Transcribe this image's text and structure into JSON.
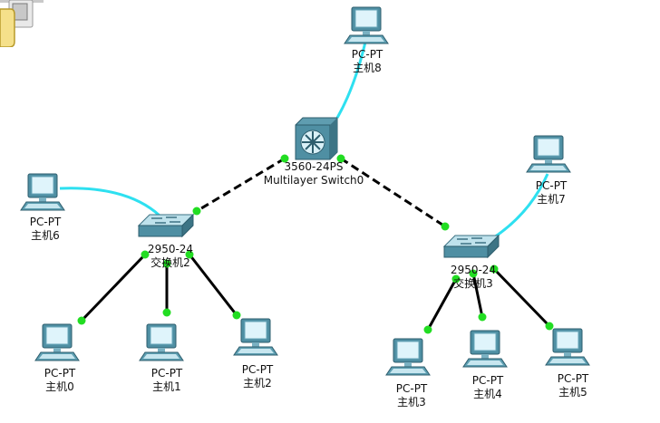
{
  "colors": {
    "ethernet_copper": "#000000",
    "console_cable": "#2ee0f0",
    "link_up": "#22dd22",
    "device_body": "#4f8fa3"
  },
  "switch_core": {
    "model": "3560-24PS",
    "name": "Multilayer Switch0"
  },
  "switches": [
    {
      "model": "2950-24",
      "name": "交换机2"
    },
    {
      "model": "2950-24",
      "name": "交换机3"
    }
  ],
  "pcs": [
    {
      "model": "PC-PT",
      "name": "主机8"
    },
    {
      "model": "PC-PT",
      "name": "主机6"
    },
    {
      "model": "PC-PT",
      "name": "主机7"
    },
    {
      "model": "PC-PT",
      "name": "主机0"
    },
    {
      "model": "PC-PT",
      "name": "主机1"
    },
    {
      "model": "PC-PT",
      "name": "主机2"
    },
    {
      "model": "PC-PT",
      "name": "主机3"
    },
    {
      "model": "PC-PT",
      "name": "主机4"
    },
    {
      "model": "PC-PT",
      "name": "主机5"
    }
  ]
}
